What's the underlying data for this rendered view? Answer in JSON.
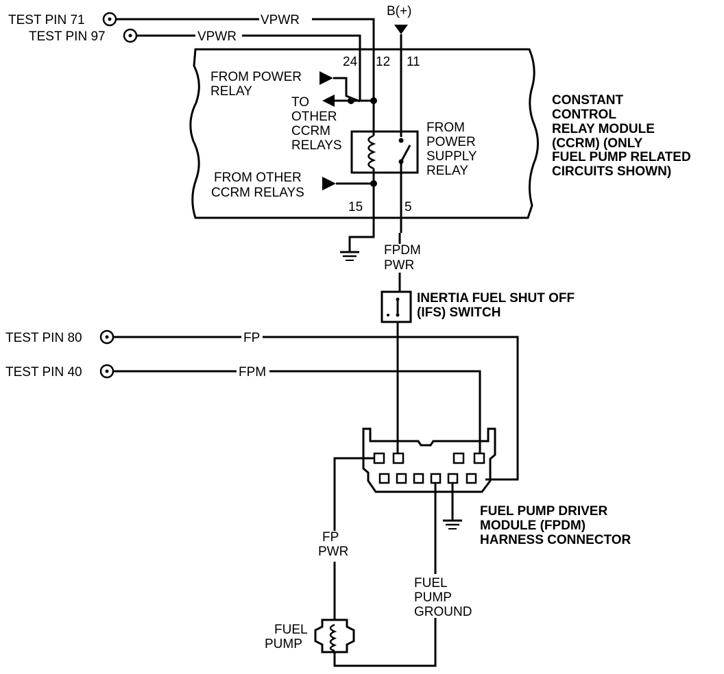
{
  "test_pins": {
    "pin71": "TEST PIN 71",
    "pin97": "TEST PIN 97",
    "pin80": "TEST PIN 80",
    "pin40": "TEST PIN 40"
  },
  "wires": {
    "vpwr_a": "VPWR",
    "vpwr_b": "VPWR",
    "fp": "FP",
    "fpm": "FPM",
    "fpdm_pwr_1": "FPDM",
    "fpdm_pwr_2": "PWR",
    "fp_pwr_1": "FP",
    "fp_pwr_2": "PWR",
    "fuel_pump_ground_1": "FUEL",
    "fuel_pump_ground_2": "PUMP",
    "fuel_pump_ground_3": "GROUND"
  },
  "battery": "B(+)",
  "pin_numbers": {
    "p24": "24",
    "p12": "12",
    "p11": "11",
    "p15": "15",
    "p5": "5"
  },
  "ccrm": {
    "from_power_relay_1": "FROM POWER",
    "from_power_relay_2": "RELAY",
    "to_other_1": "TO",
    "to_other_2": "OTHER",
    "to_other_3": "CCRM",
    "to_other_4": "RELAYS",
    "from_supply_1": "FROM",
    "from_supply_2": "POWER",
    "from_supply_3": "SUPPLY",
    "from_supply_4": "RELAY",
    "from_other_1": "FROM OTHER",
    "from_other_2": "CCRM RELAYS",
    "title_1": "CONSTANT",
    "title_2": "CONTROL",
    "title_3": "RELAY MODULE",
    "title_4": "(CCRM) (ONLY",
    "title_5": "FUEL PUMP RELATED",
    "title_6": "CIRCUITS SHOWN)"
  },
  "ifs": {
    "line1": "INERTIA FUEL SHUT OFF",
    "line2": "(IFS) SWITCH"
  },
  "fpdm": {
    "line1": "FUEL PUMP DRIVER",
    "line2": "MODULE (FPDM)",
    "line3": "HARNESS CONNECTOR"
  },
  "fuel_pump": {
    "line1": "FUEL",
    "line2": "PUMP"
  }
}
